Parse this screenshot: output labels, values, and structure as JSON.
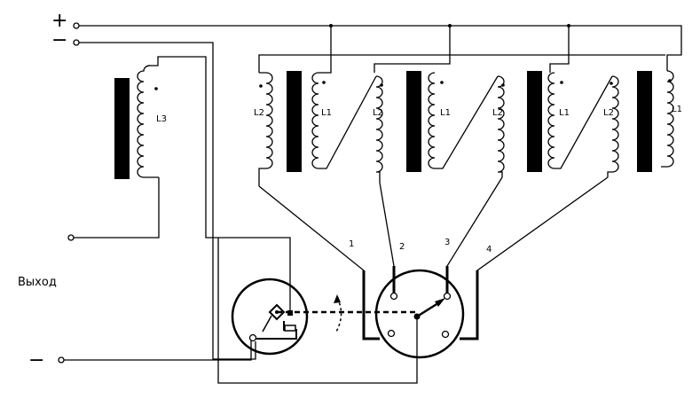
{
  "labels": {
    "plus": "+",
    "minus_top": "−",
    "minus_bottom": "−",
    "output": "Выход",
    "l3": "L3",
    "coil_l1": "L1",
    "coil_l2": "L2",
    "pos1": "1",
    "pos2": "2",
    "pos3": "3",
    "pos4": "4"
  }
}
